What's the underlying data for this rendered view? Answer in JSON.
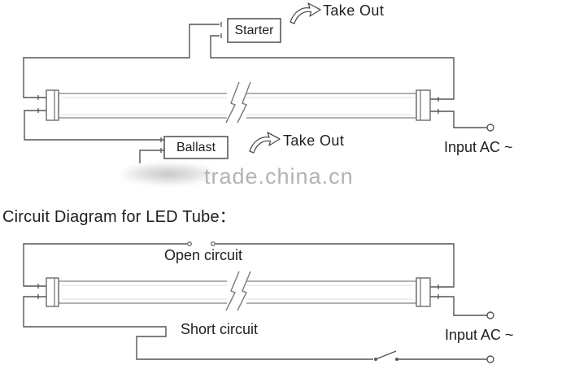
{
  "title": "Circuit Diagram for LED Tube：",
  "watermark": "trade.china.cn",
  "colors": {
    "wire": "#555555",
    "tube_border": "#979797",
    "cap_border": "#6d6d6d",
    "box_border": "#4f4f4f",
    "text": "#1e1e1e",
    "watermark": "#b3b3b3"
  },
  "fluorescent_diagram": {
    "starter_label": "Starter",
    "ballast_label": "Ballast",
    "starter_action_label": "Take Out",
    "ballast_action_label": "Take Out",
    "input_label": "Input AC ~"
  },
  "led_diagram": {
    "open_circuit_label": "Open circuit",
    "short_circuit_label": "Short circuit",
    "input_label": "Input AC ~"
  }
}
